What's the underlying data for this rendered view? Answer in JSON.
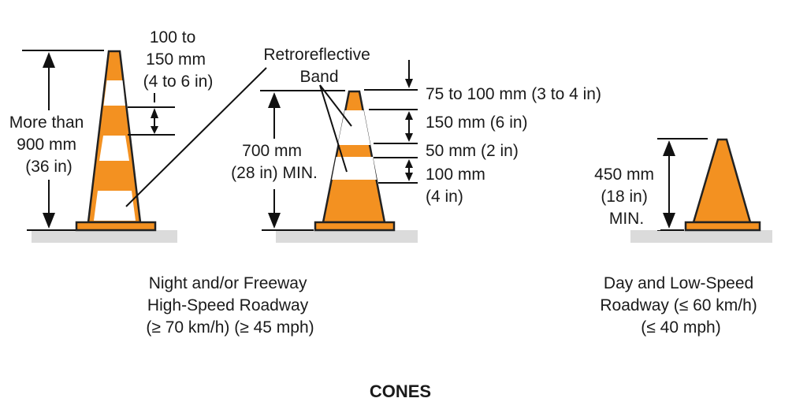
{
  "title": "CONES",
  "colors": {
    "cone_orange": "#f39121",
    "band_white": "#ffffff",
    "outline": "#222222"
  },
  "cone1": {
    "height_label": [
      "More than",
      "900 mm",
      "(36 in)"
    ],
    "spacing_label": [
      "100 to",
      "150 mm",
      "(4 to 6 in)"
    ],
    "caption": [
      "Night and/or Freeway",
      "High-Speed Roadway",
      "(≥ 70 km/h) (≥ 45 mph)"
    ]
  },
  "cone2": {
    "band_label": [
      "Retroreflective",
      "Band"
    ],
    "height_label": [
      "700 mm",
      "(28 in) MIN."
    ],
    "top_gap_label": "75 to 100 mm (3 to 4 in)",
    "upper_band_label": "150 mm (6 in)",
    "gap_label": "50 mm (2 in)",
    "lower_band_label": [
      "100 mm",
      "(4 in)"
    ]
  },
  "cone3": {
    "height_label": [
      "450 mm",
      "(18 in)",
      "MIN."
    ],
    "caption": [
      "Day and Low-Speed",
      "Roadway (≤ 60 km/h)",
      "(≤ 40 mph)"
    ]
  }
}
